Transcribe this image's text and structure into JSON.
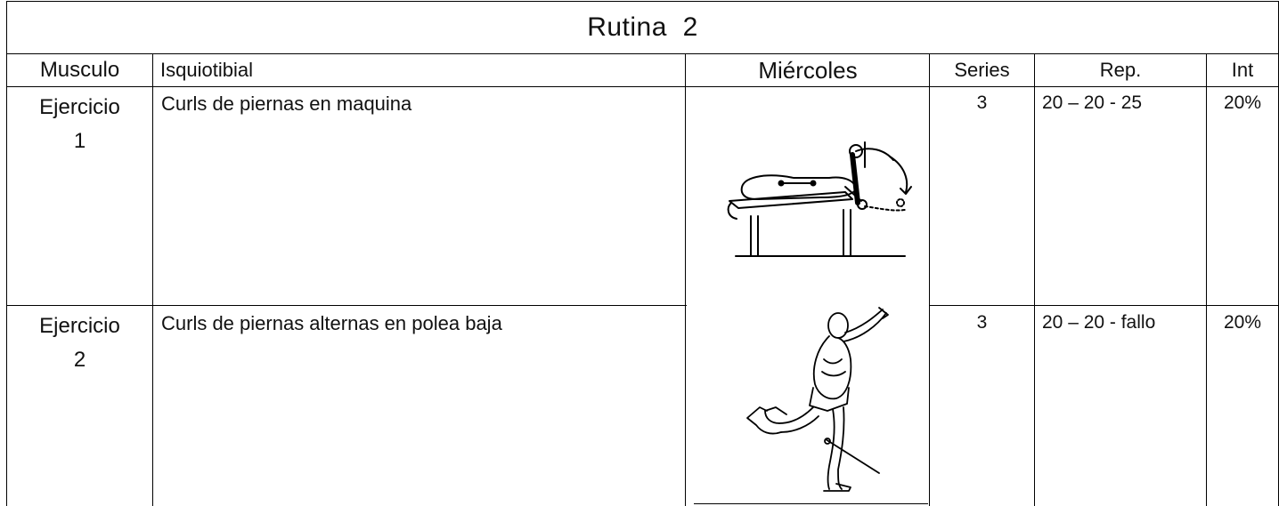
{
  "title": "Rutina  2",
  "header": {
    "musculo": "Musculo",
    "muscle_group": "Isquiotibial",
    "day": "Miércoles",
    "series": "Series",
    "rep": "Rep.",
    "int": "Int"
  },
  "exercises": [
    {
      "label_line1": "Ejercicio",
      "label_line2": "1",
      "name": "Curls de piernas en maquina",
      "series": "3",
      "rep": "20 – 20 - 25",
      "int": "20%",
      "illustration": "leg-curl-machine-illustration"
    },
    {
      "label_line1": "Ejercicio",
      "label_line2": "2",
      "name": "Curls de piernas alternas en polea baja",
      "series": "3",
      "rep": "20 – 20 - fallo",
      "int": "20%",
      "illustration": "cable-leg-curl-illustration"
    }
  ]
}
